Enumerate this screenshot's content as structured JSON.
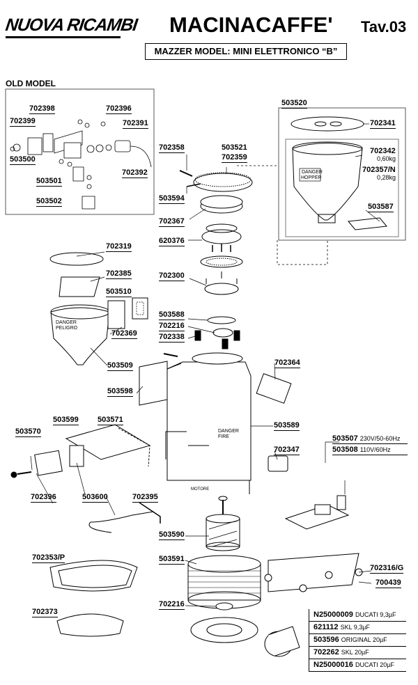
{
  "header": {
    "brand": "NUOVA RICAMBI",
    "title": "MACINACAFFE'",
    "table_no": "Tav.03",
    "model": "MAZZER MODEL: MINI ELETTRONICO “B”"
  },
  "old_model": {
    "title": "OLD MODEL",
    "parts": {
      "p702398": "702398",
      "p702396a": "702396",
      "p702399": "702399",
      "p702391": "702391",
      "p503500": "503500",
      "p702392": "702392",
      "p503501": "503501",
      "p503502": "503502"
    }
  },
  "parts": {
    "p503520": "503520",
    "p702341": "702341",
    "p702342": "702342",
    "w702342": "0,60kg",
    "p702357n": "702357/N",
    "w702357n": "0,28kg",
    "p503587": "503587",
    "p702358": "702358",
    "p503521": "503521",
    "p702359": "702359",
    "p503594": "503594",
    "p702367": "702367",
    "p620376": "620376",
    "p702319": "702319",
    "p702385": "702385",
    "p503510": "503510",
    "p702300": "702300",
    "p702369": "702369",
    "p503588": "503588",
    "p702216a": "702216",
    "p702338": "702338",
    "p503509": "503509",
    "p702364": "702364",
    "p503598": "503598",
    "p503599": "503599",
    "p503571": "503571",
    "p503589": "503589",
    "p503570": "503570",
    "p702347": "702347",
    "p503507": "503507",
    "v503507": "230V/50-60Hz",
    "p503508": "503508",
    "v503508": "110V/60Hz",
    "p702396b": "702396",
    "p503600": "503600",
    "p702395": "702395",
    "p503590": "503590",
    "p702353p": "702353/P",
    "p503591": "503591",
    "p702316g": "702316/G",
    "p700439": "700439",
    "p702216b": "702216",
    "p702373": "702373"
  },
  "capacitors": [
    {
      "code": "N25000009",
      "desc": "DUCATI 9,3µF"
    },
    {
      "code": "621112",
      "desc": "SKL 9,3µF"
    },
    {
      "code": "503596",
      "desc": "ORIGINAL 20µF"
    },
    {
      "code": "702262",
      "desc": "SKL 20µF"
    },
    {
      "code": "N25000016",
      "desc": "DUCATI 20µF"
    }
  ],
  "stickers": {
    "danger_hopper_1": "DANGER",
    "danger_hopper_2": "HOPPER",
    "danger_doser_1": "DANGER",
    "danger_doser_2": "PELIGRO",
    "danger_body_1": "DANGER",
    "danger_body_2": "FIRE",
    "motor_label": "MOTORE"
  }
}
